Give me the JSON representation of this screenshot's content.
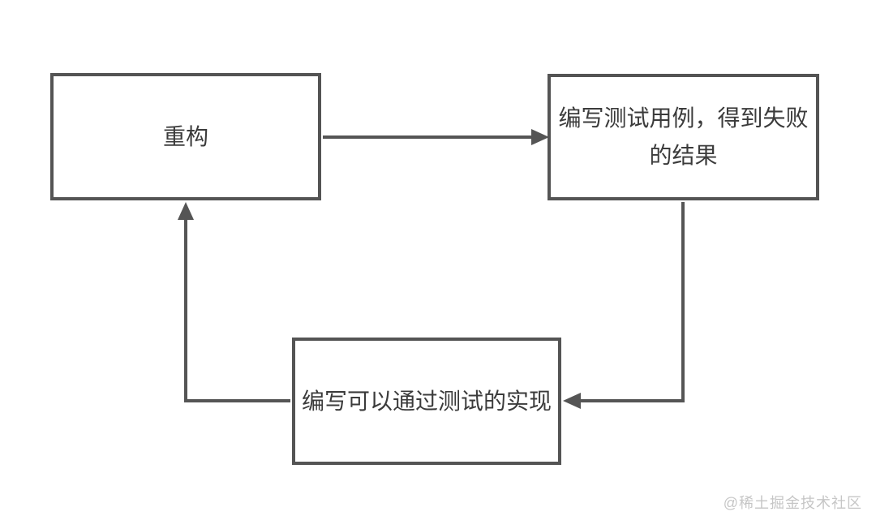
{
  "diagram": {
    "type": "flowchart-cycle",
    "nodes": [
      {
        "id": "refactor",
        "label": "重构"
      },
      {
        "id": "write-test",
        "label": "编写测试用例，得到失败\n的结果"
      },
      {
        "id": "write-impl",
        "label": "编写可以通过测试的实现"
      }
    ],
    "edges": [
      {
        "from": "refactor",
        "to": "write-test",
        "description": "arrow-right"
      },
      {
        "from": "write-test",
        "to": "write-impl",
        "description": "arrow-down-then-left"
      },
      {
        "from": "write-impl",
        "to": "refactor",
        "description": "arrow-left-then-up"
      }
    ],
    "colors": {
      "background": "#ffffff",
      "node_border": "#545454",
      "node_fill": "#ffffff",
      "arrow": "#555555",
      "text": "#3b3b3b",
      "watermark": "#c6c6c6"
    }
  },
  "watermark": {
    "text": "@稀土掘金技术社区"
  }
}
